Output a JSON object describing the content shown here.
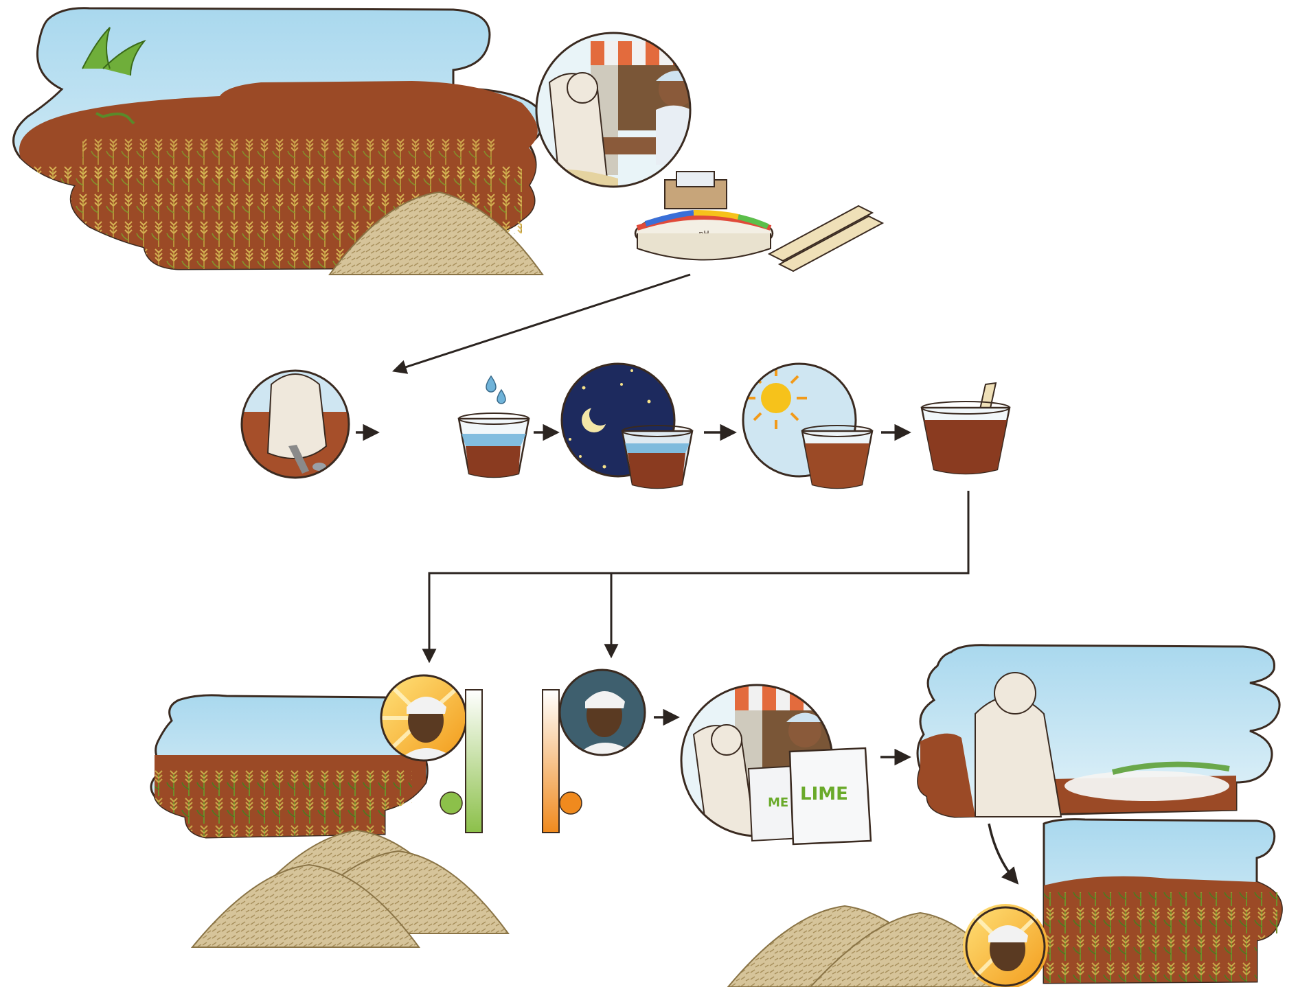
{
  "diagram": {
    "labels": {
      "ph_wheel": "pH",
      "lime_bag_front": "LIME",
      "lime_bag_back": "ME"
    },
    "colors": {
      "sky": "#bfe3f2",
      "soil": "#9b4a26",
      "soil_dark": "#7a3518",
      "wheat": "#c9a94a",
      "wheat_green": "#6f8f2a",
      "night": "#1d2a5e",
      "water": "#6fb3d9",
      "mud": "#8a3b20",
      "residue": "#d8c9a0",
      "sun": "#f6b31b",
      "indicator_green": "#8cc04a",
      "indicator_orange": "#f08a1e",
      "ink": "#2b2420"
    },
    "icons": {
      "scene_1": "acid-wheat-field-with-residue",
      "scene_2": "farmer-buys-ph-test-kit",
      "step_1": "farmer-digs-soil-sample",
      "step_2": "cup-of-soil-with-water-drops",
      "step_3": "cup-left-overnight-moon-icon",
      "step_4": "cup-in-sunlight-sun-icon",
      "step_5": "cup-with-ph-strip",
      "result_good": "happy-farmer-green-indicator",
      "result_bad": "worried-farmer-orange-indicator",
      "scene_3": "farmer-buys-lime-bags",
      "scene_4": "farmer-spreads-lime-on-field",
      "scene_5": "healthy-wheat-field-happy-farmer"
    }
  }
}
